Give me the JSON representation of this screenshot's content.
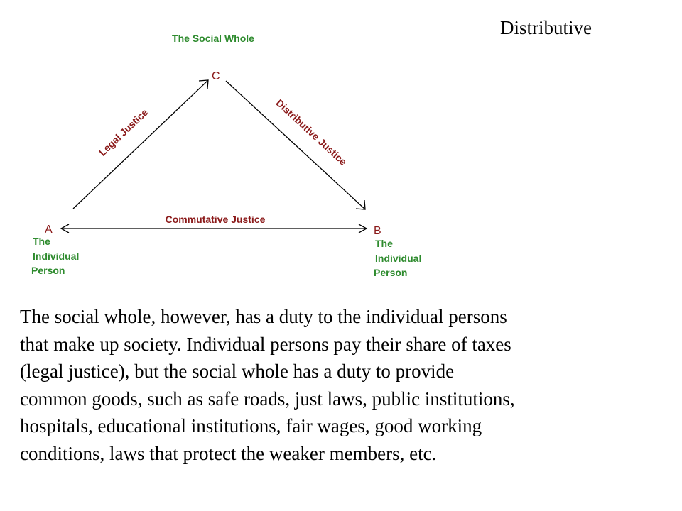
{
  "slide": {
    "title": "Distributive",
    "body": [
      "The social whole, however, has a duty to the individual persons",
      "that make up society.  Individual persons pay their share of taxes",
      "(legal justice), but the social whole has a duty to provide",
      "common goods, such as safe roads, just laws, public institutions,",
      "hospitals, educational institutions, fair wages, good working",
      "conditions, laws that protect the weaker members, etc."
    ]
  },
  "diagram": {
    "top_label": "The Social Whole",
    "vertex_c": "C",
    "vertex_a": "A",
    "vertex_b": "B",
    "person_a": [
      "The",
      "Individual",
      "Person"
    ],
    "person_b": [
      "The",
      "Individual",
      "Person"
    ],
    "edge_legal": "Legal Justice",
    "edge_distributive": "Distributive Justice",
    "edge_commutative": "Commutative Justice",
    "colors": {
      "green": "#2e8b2e",
      "dark_red": "#8b1a1a",
      "lines": "#000000"
    }
  }
}
